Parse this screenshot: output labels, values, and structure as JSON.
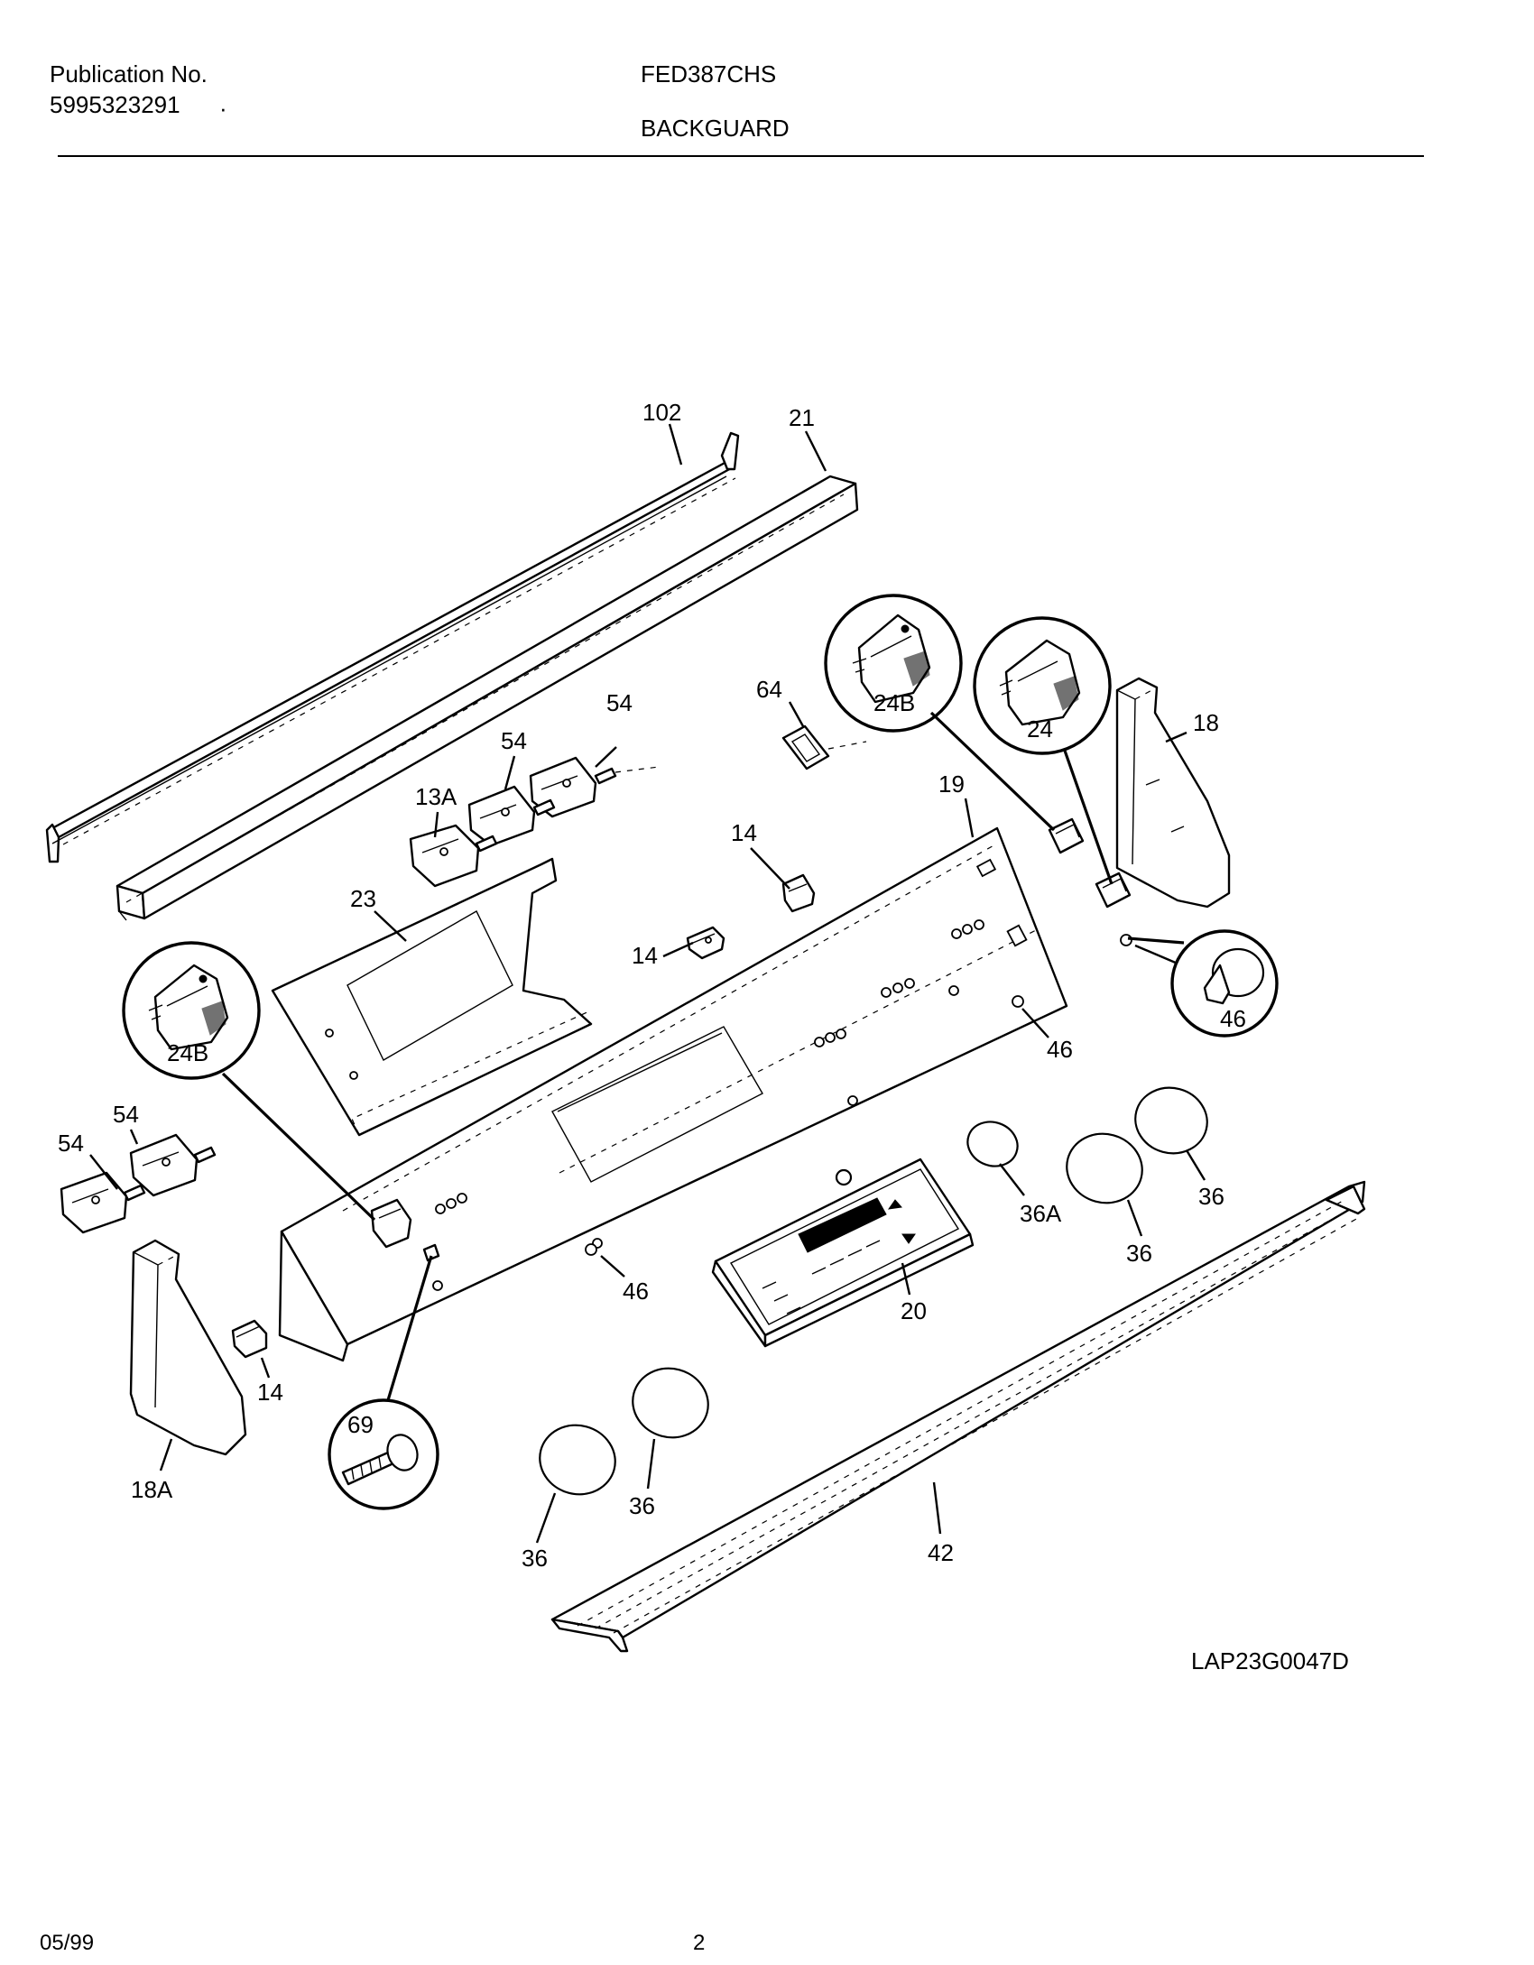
{
  "header": {
    "publication_label": "Publication No.",
    "publication_number": "5995323291",
    "publication_dot": "·",
    "model_number": "FED387CHS",
    "section_title": "BACKGUARD"
  },
  "footer": {
    "date": "05/99",
    "page_number": "2"
  },
  "drawing_code": "LAP23G0047D",
  "callouts": {
    "trim_102": "102",
    "trim_21": "21",
    "clip_64": "64",
    "bubble_24b_top": "24B",
    "bubble_24": "24",
    "endcap_18": "18",
    "switch_54_a": "54",
    "switch_54_b": "54",
    "switch_13a": "13A",
    "panel_19": "19",
    "bracket_14_a": "14",
    "bracket_14_b": "14",
    "shield_23": "23",
    "bubble_24b_left": "24B",
    "bubble_46": "46",
    "button_46_a": "46",
    "switch_54_c": "54",
    "switch_54_d": "54",
    "knob_36a": "36A",
    "knob_36_a": "36",
    "knob_36_b": "36",
    "clock_20": "20",
    "button_46_b": "46",
    "bracket_14_c": "14",
    "bubble_69": "69",
    "endcap_18a": "18A",
    "knob_36_c": "36",
    "knob_36_d": "36",
    "trim_42": "42"
  }
}
